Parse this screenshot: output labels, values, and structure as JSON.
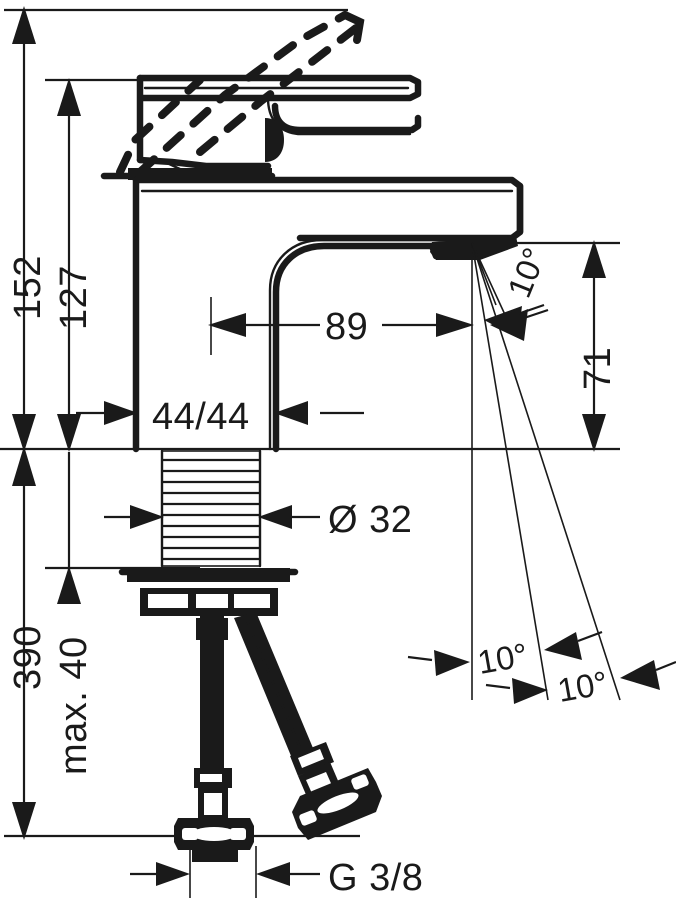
{
  "drawing": {
    "title": "Single lever basin mixer dimensional drawing",
    "units": "mm",
    "line_color": "#1a1a1a",
    "background": "#ffffff"
  },
  "dimensions": {
    "height_total_lever_up": "152",
    "height_body": "127",
    "spout_reach": "89",
    "spout_height": "71",
    "body_depth_width": "44/44",
    "shank_diameter": "Ø 32",
    "max_length_below": "390",
    "max_counter_thickness": "max. 40",
    "connection_thread": "G 3/8"
  },
  "angles": {
    "spout_angle_top": "10°",
    "swivel_left": "10°",
    "swivel_right": "10°"
  },
  "labels": {
    "d152": "152",
    "d127": "127",
    "d89": "89",
    "d71": "71",
    "d4444": "44/44",
    "d32": "Ø 32",
    "d390": "390",
    "dmax40": "max. 40",
    "dg38": "G 3/8",
    "a10top": "10°",
    "a10left": "10°",
    "a10right": "10°"
  },
  "features": {
    "lever_raised_outline": "dashed",
    "body_outline": "solid",
    "shank_threaded": "hatched",
    "flexible_hoses": 2
  }
}
